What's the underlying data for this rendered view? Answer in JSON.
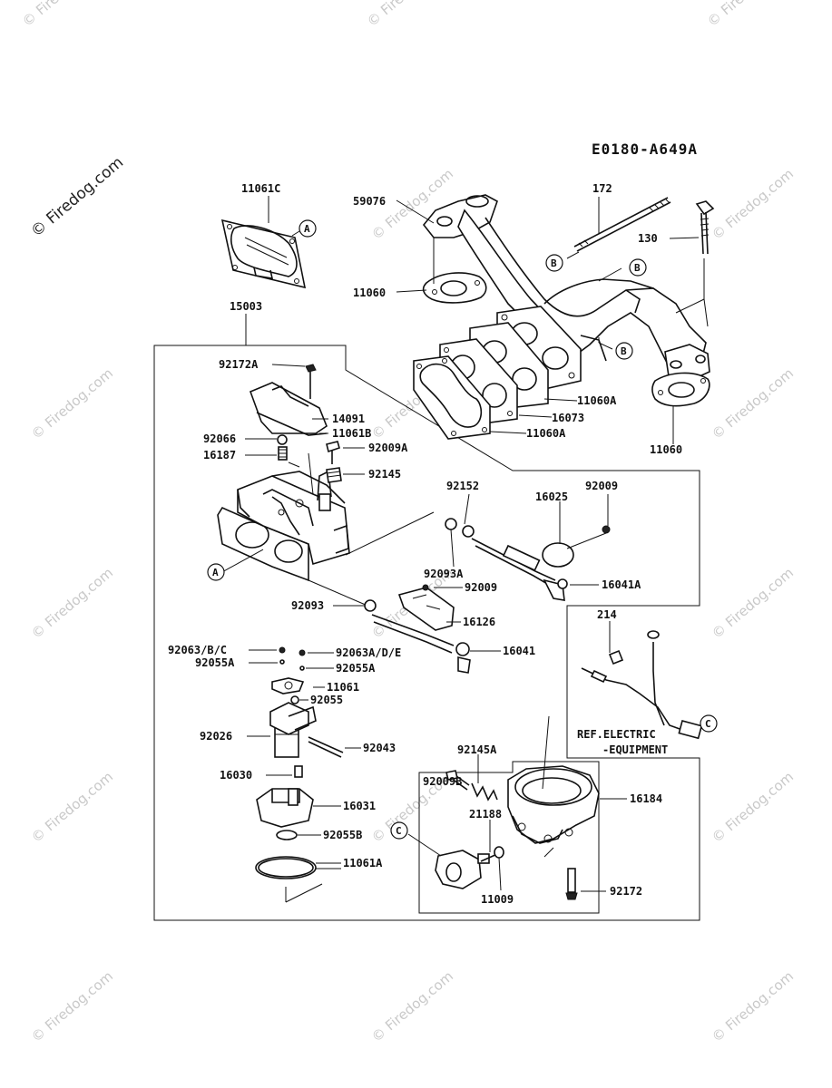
{
  "watermark": {
    "text": "© Firedog.com"
  },
  "diagram_code": "E0180-A649A",
  "labels": {
    "l11061C": "11061C",
    "l15003": "15003",
    "l59076": "59076",
    "l172": "172",
    "l130": "130",
    "l11060_top": "11060",
    "l11060_right": "11060",
    "l11060A_1": "11060A",
    "l11060A_2": "11060A",
    "l16073": "16073",
    "l92172A": "92172A",
    "l14091": "14091",
    "l11061B": "11061B",
    "l92066": "92066",
    "l16187": "16187",
    "l92009A": "92009A",
    "l92145": "92145",
    "l92152": "92152",
    "l16025": "16025",
    "l92009_top": "92009",
    "l92093A": "92093A",
    "l92009_mid": "92009",
    "l16041A": "16041A",
    "l92093": "92093",
    "l16126": "16126",
    "l214": "214",
    "l92063BC": "92063/B/C",
    "l92063ADE": "92063A/D/E",
    "l16041": "16041",
    "l92055A_left": "92055A",
    "l92055A_right": "92055A",
    "l11061": "11061",
    "l92055": "92055",
    "l92026": "92026",
    "l92043": "92043",
    "l16030": "16030",
    "l16031": "16031",
    "l92055B": "92055B",
    "l11061A": "11061A",
    "l92009B": "92009B",
    "l92145A": "92145A",
    "l21188": "21188",
    "l16184": "16184",
    "l11009": "11009",
    "l92172": "92172",
    "ref_line1": "REF.ELECTRIC",
    "ref_line2": "-EQUIPMENT"
  },
  "callouts": {
    "A": "A",
    "B": "B",
    "C": "C"
  }
}
